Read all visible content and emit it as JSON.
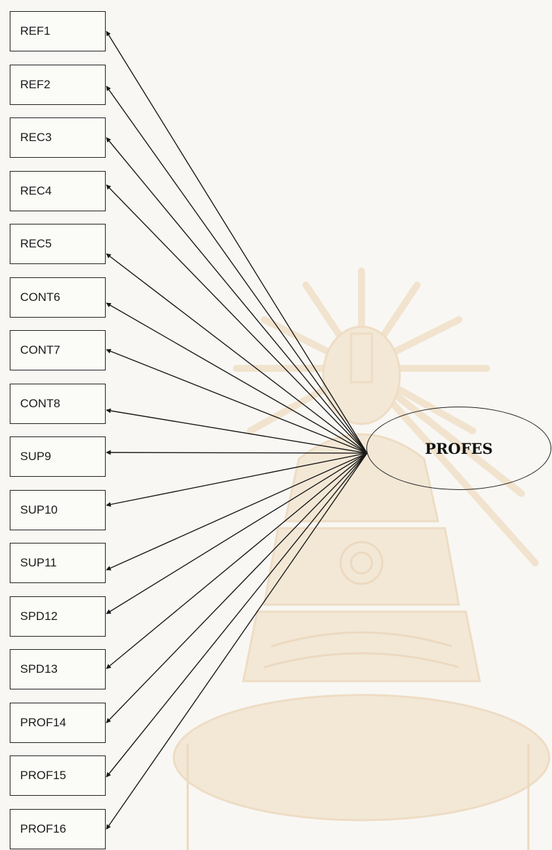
{
  "latent": {
    "label": "PROFES"
  },
  "indicators": [
    "REF1",
    "REF2",
    "REC3",
    "REC4",
    "REC5",
    "CONT6",
    "CONT7",
    "CONT8",
    "SUP9",
    "SUP10",
    "SUP11",
    "SPD12",
    "SPD13",
    "PROF14",
    "PROF15",
    "PROF16"
  ],
  "colors": {
    "line": "#1a1a1a",
    "watermark": "#e8c9a0",
    "background": "#f8f7f3"
  }
}
